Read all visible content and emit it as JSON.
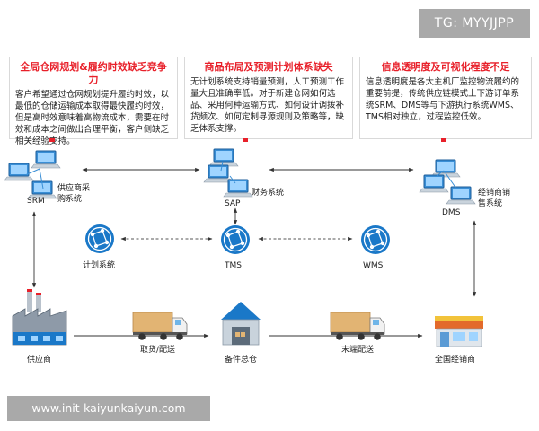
{
  "tag": "TG: MYYJJPP",
  "watermark": "www.init-kaiyunkaiyun.com",
  "cards": [
    {
      "title": "全局仓网规划&履约时效缺乏竞争力",
      "body": "客户希望通过仓网规划提升履约时效，以最低的仓储运输成本取得最快履约时效，但是高时效意味着高物流成本，需要在时效和成本之间做出合理平衡，客户侧缺乏相关经验支持。"
    },
    {
      "title": "商品布局及预测计划体系缺失",
      "body": "无计划系统支持销量预测，人工预测工作量大且准确率低。对于新建仓网如何选品、采用何种运输方式、如何设计调拨补货频次、如何定制寻源规则及策略等，缺乏体系支撑。"
    },
    {
      "title": "信息透明度及可视化程度不足",
      "body": "信息透明度是各大主机厂监控物流履约的重要前提，传统供应链模式上下游订单系统SRM、DMS等与下游执行系统WMS、TMS相对独立，过程监控低效。"
    }
  ],
  "systems": {
    "srm": {
      "name": "SRM",
      "desc_l1": "供应商采",
      "desc_l2": "购系统"
    },
    "sap": {
      "name": "SAP",
      "desc": "财务系统"
    },
    "dms": {
      "name": "DMS",
      "desc_l1": "经销商销",
      "desc_l2": "售系统"
    }
  },
  "hubs": {
    "plan": "计划系统",
    "tms": "TMS",
    "wms": "WMS"
  },
  "flow": {
    "supplier": "供应商",
    "pickup": "取货/配送",
    "warehouse": "备件总仓",
    "lastmile": "末端配送",
    "dealers": "全国经销商"
  }
}
